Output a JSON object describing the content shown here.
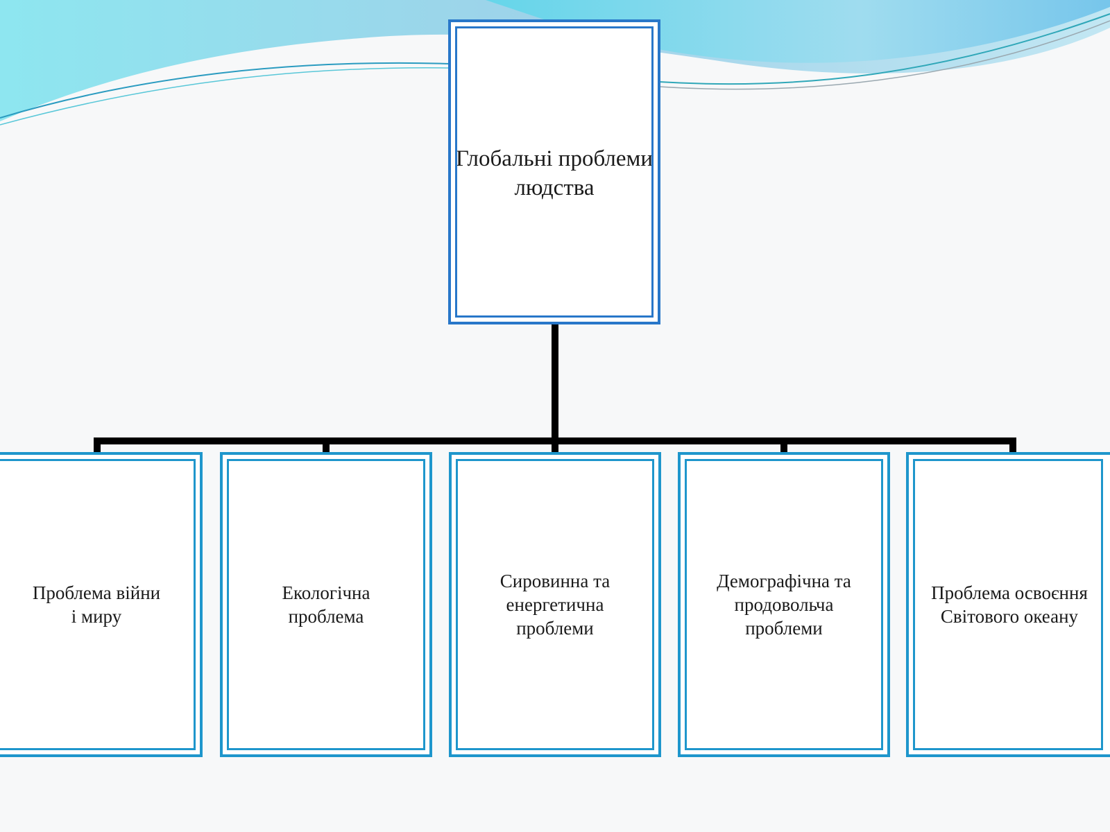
{
  "diagram": {
    "root": {
      "label": "Глобальні проблеми\nлюдства"
    },
    "children": [
      {
        "label": "Проблема війни\nі миру"
      },
      {
        "label": "Екологічна\nпроблема"
      },
      {
        "label": "Сировинна та\nенергетична\nпроблеми"
      },
      {
        "label": "Демографічна та\nпродовольча\nпроблеми"
      },
      {
        "label": "Проблема освоєння\nСвітового океану"
      }
    ]
  },
  "colors": {
    "root_border": "#2877c9",
    "child_border": "#1e96cc",
    "connector": "#000000",
    "wave_light": "#a8e6f0",
    "wave_mid": "#6ed0e6",
    "wave_dark": "#4aa8d8"
  }
}
